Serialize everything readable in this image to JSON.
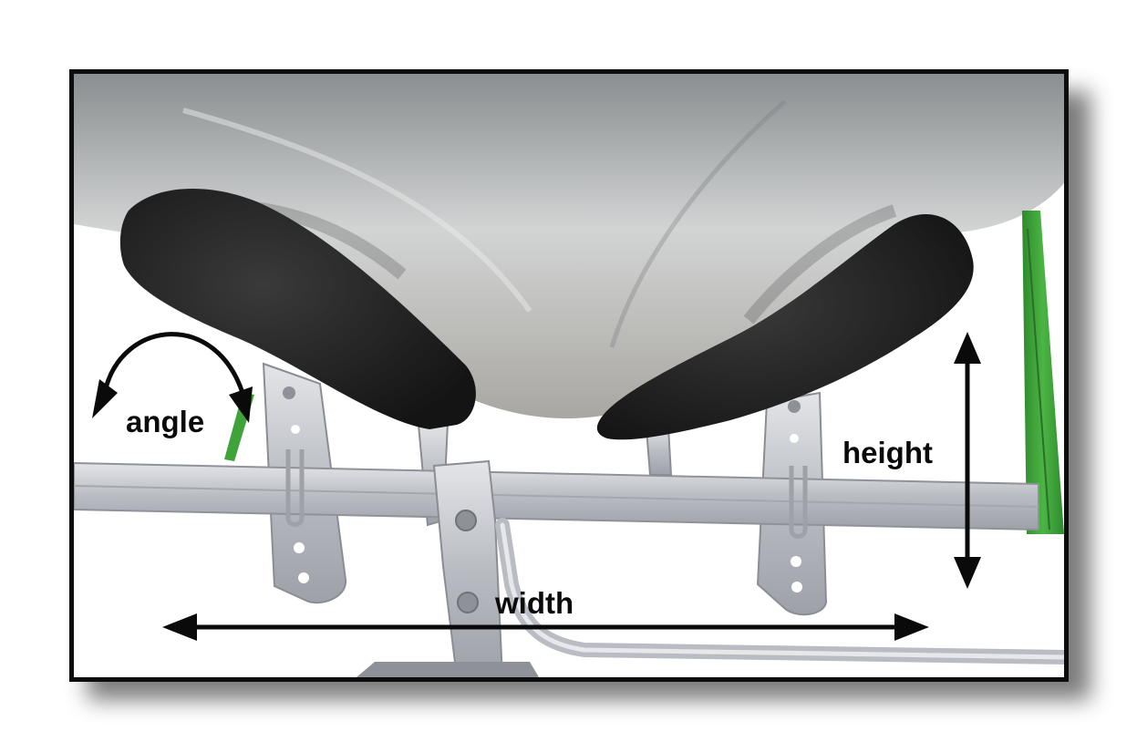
{
  "labels": {
    "angle": "angle",
    "height": "height",
    "width": "width"
  },
  "colors": {
    "frame_border": "#0d0d0d",
    "arrow": "#0a0a0a",
    "strap": "#3fa33a",
    "metal": "#c9ccd2",
    "pad": "#222222",
    "hull": "#b9bcbd"
  },
  "icons": {
    "angle_arrow": "curved-double-arrow-icon",
    "height_arrow": "vertical-double-arrow-icon",
    "width_arrow": "horizontal-double-arrow-icon"
  }
}
